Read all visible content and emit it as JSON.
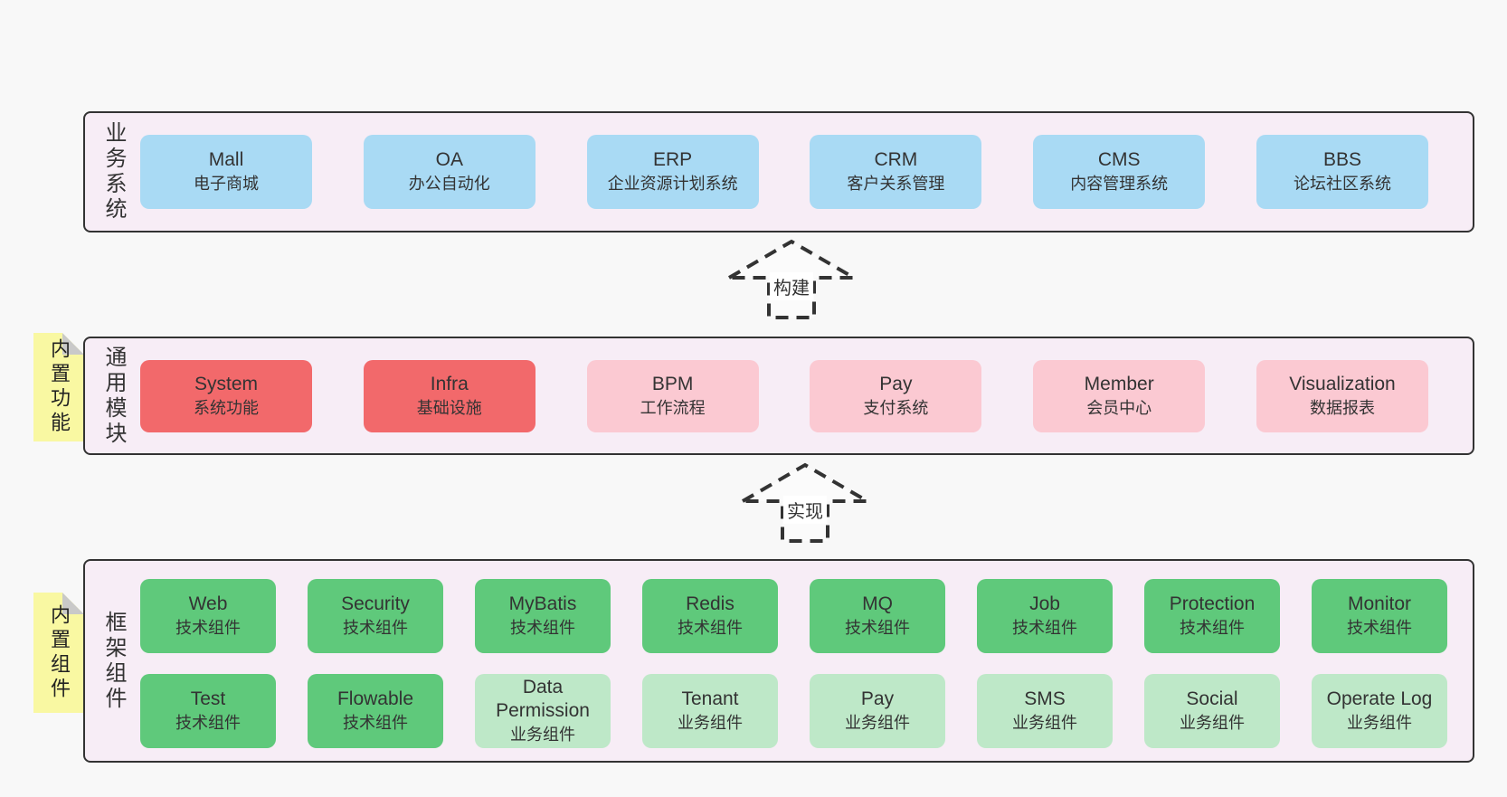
{
  "colors": {
    "page_bg": "#f8f8f8",
    "panel_bg": "#f7edf6",
    "panel_border": "#333333",
    "blue": "#a9daf4",
    "red": "#f2696b",
    "pink": "#fbc9d2",
    "green": "#5fc97b",
    "green_light": "#bee8c8",
    "sticky_yellow": "#f9f8a2",
    "sticky_fold": "#c9c9c9",
    "text": "#333333"
  },
  "sections": [
    {
      "side_label": "业务系统",
      "rows": [
        {
          "boxes": [
            {
              "title": "Mall",
              "subtitle": "电子商城",
              "color": "blue"
            },
            {
              "title": "OA",
              "subtitle": "办公自动化",
              "color": "blue"
            },
            {
              "title": "ERP",
              "subtitle": "企业资源计划系统",
              "color": "blue"
            },
            {
              "title": "CRM",
              "subtitle": "客户关系管理",
              "color": "blue"
            },
            {
              "title": "CMS",
              "subtitle": "内容管理系统",
              "color": "blue"
            },
            {
              "title": "BBS",
              "subtitle": "论坛社区系统",
              "color": "blue"
            }
          ]
        }
      ]
    },
    {
      "side_label": "通用模块",
      "rows": [
        {
          "boxes": [
            {
              "title": "System",
              "subtitle": "系统功能",
              "color": "red"
            },
            {
              "title": "Infra",
              "subtitle": "基础设施",
              "color": "red"
            },
            {
              "title": "BPM",
              "subtitle": "工作流程",
              "color": "pink"
            },
            {
              "title": "Pay",
              "subtitle": "支付系统",
              "color": "pink"
            },
            {
              "title": "Member",
              "subtitle": "会员中心",
              "color": "pink"
            },
            {
              "title": "Visualization",
              "subtitle": "数据报表",
              "color": "pink"
            }
          ]
        }
      ]
    },
    {
      "side_label": "框架组件",
      "rows": [
        {
          "boxes": [
            {
              "title": "Web",
              "subtitle": "技术组件",
              "color": "green"
            },
            {
              "title": "Security",
              "subtitle": "技术组件",
              "color": "green"
            },
            {
              "title": "MyBatis",
              "subtitle": "技术组件",
              "color": "green"
            },
            {
              "title": "Redis",
              "subtitle": "技术组件",
              "color": "green"
            },
            {
              "title": "MQ",
              "subtitle": "技术组件",
              "color": "green"
            },
            {
              "title": "Job",
              "subtitle": "技术组件",
              "color": "green"
            },
            {
              "title": "Protection",
              "subtitle": "技术组件",
              "color": "green"
            },
            {
              "title": "Monitor",
              "subtitle": "技术组件",
              "color": "green"
            }
          ]
        },
        {
          "boxes": [
            {
              "title": "Test",
              "subtitle": "技术组件",
              "color": "green"
            },
            {
              "title": "Flowable",
              "subtitle": "技术组件",
              "color": "green"
            },
            {
              "title": "Data Permission",
              "subtitle": "业务组件",
              "color": "green_light"
            },
            {
              "title": "Tenant",
              "subtitle": "业务组件",
              "color": "green_light"
            },
            {
              "title": "Pay",
              "subtitle": "业务组件",
              "color": "green_light"
            },
            {
              "title": "SMS",
              "subtitle": "业务组件",
              "color": "green_light"
            },
            {
              "title": "Social",
              "subtitle": "业务组件",
              "color": "green_light"
            },
            {
              "title": "Operate Log",
              "subtitle": "业务组件",
              "color": "green_light"
            }
          ]
        }
      ]
    }
  ],
  "arrows": [
    {
      "label": "构建"
    },
    {
      "label": "实现"
    }
  ],
  "stickies": [
    {
      "label": "内置功能"
    },
    {
      "label": "内置组件"
    }
  ]
}
